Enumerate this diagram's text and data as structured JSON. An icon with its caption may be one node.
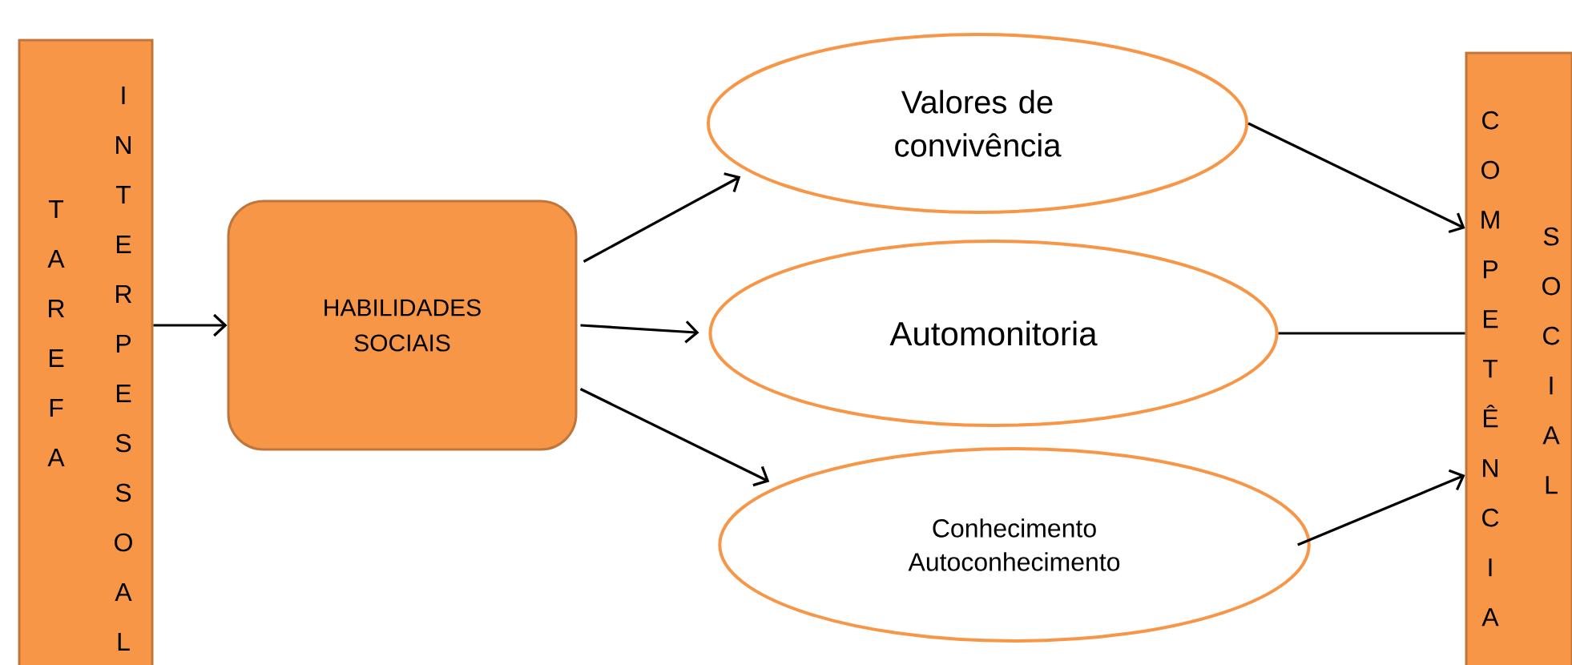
{
  "diagram": {
    "nodes": [
      {
        "text": [
          "TAREFA",
          "INTERPESSOAL"
        ]
      },
      {
        "text": [
          "HABILIDADES SOCIAIS"
        ]
      },
      {
        "text": [
          "Valores de convivência"
        ]
      },
      {
        "text": [
          "Automonitoria"
        ]
      },
      {
        "text": [
          "Conhecimento",
          "Autoconhecimento"
        ]
      },
      {
        "text": [
          "COMPETÊNCIA",
          "SOCIAL"
        ]
      }
    ],
    "edges": [
      {
        "from": 0,
        "to": 1,
        "arrow": "to"
      },
      {
        "from": 1,
        "to": 2,
        "arrow": "to"
      },
      {
        "from": 1,
        "to": 3,
        "arrow": "to"
      },
      {
        "from": 1,
        "to": 4,
        "arrow": "to"
      },
      {
        "from": 2,
        "to": 5,
        "arrow": "to"
      },
      {
        "from": 3,
        "to": 5,
        "arrow": "none"
      },
      {
        "from": 4,
        "to": 5,
        "arrow": "to"
      }
    ]
  }
}
